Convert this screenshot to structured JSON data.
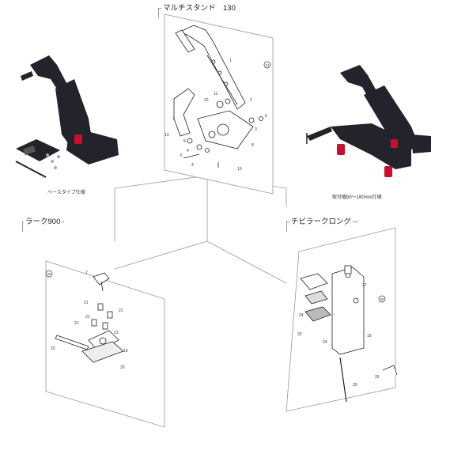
{
  "multi_stand": {
    "title": "マルチスタンド　130",
    "parts": [
      "1",
      "2",
      "3",
      "4",
      "5",
      "6",
      "7",
      "8",
      "10",
      "11",
      "12",
      "13"
    ],
    "ring": "12"
  },
  "base_type": {
    "caption": "ベースタイプ仕様"
  },
  "clamp_type": {
    "caption": "取付幅90～160mm仕様"
  },
  "rake900": {
    "title": "ラーク900",
    "ring": "26",
    "parts": [
      "2",
      "21",
      "21",
      "21",
      "21",
      "21",
      "22",
      "19",
      "20"
    ]
  },
  "chibi_long": {
    "title": "チビラークロング",
    "ring": "30",
    "parts": [
      "27",
      "24",
      "23",
      "24",
      "19",
      "20",
      "25"
    ]
  },
  "colors": {
    "body": "#23242b",
    "accent": "#c8102e",
    "line": "#888888"
  }
}
